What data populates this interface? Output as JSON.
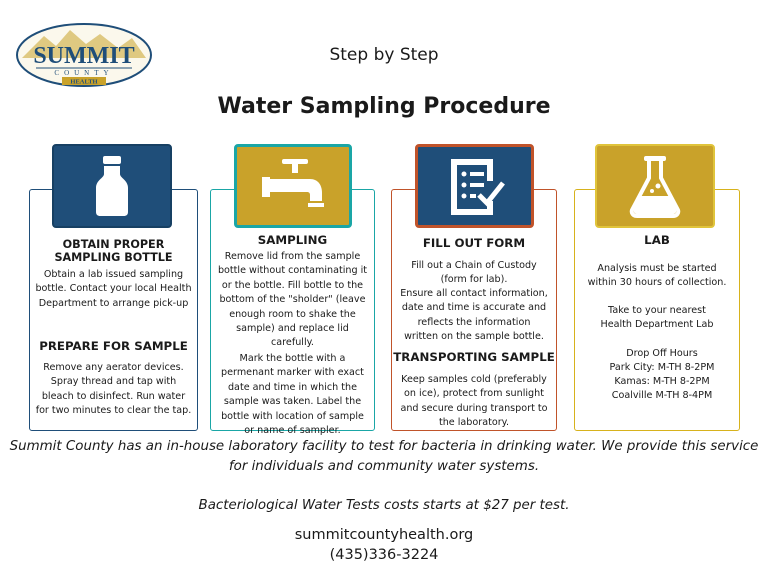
{
  "logo": {
    "line1": "SUMMIT",
    "line2": "COUNTY",
    "line3": "HEALTH"
  },
  "header": {
    "kicker": "Step by Step",
    "title": "Water Sampling Procedure"
  },
  "cards": [
    {
      "icon": "milk-bottle-icon",
      "heading1": "OBTAIN PROPER SAMPLING BOTTLE",
      "text1": "Obtain a lab issued sampling bottle. Contact your local Health Department to arrange pick-up",
      "heading2": "PREPARE FOR SAMPLE",
      "text2": "Remove any aerator devices. Spray thread and tap with bleach to disinfect. Run water for two minutes to clear the tap."
    },
    {
      "icon": "faucet-icon",
      "heading1": "SAMPLING",
      "text1": "Remove lid from the sample bottle without contaminating it or the bottle. Fill bottle to the bottom of the \"sholder\" (leave enough room to shake the sample) and replace lid carefully.",
      "text2": "Mark the bottle with a permenant marker with exact date and time in which the sample was taken. Label the bottle with location of sample or name of sampler."
    },
    {
      "icon": "checklist-form-icon",
      "heading1": "FILL OUT FORM",
      "text1": "Fill out a Chain of Custody (form for lab).",
      "text1b": "Ensure all contact information, date and time is accurate and reflects the information written on the sample bottle.",
      "heading2": "TRANSPORTING SAMPLE",
      "text2": "Keep samples cold (preferably on ice), protect from sunlight and secure during transport to the laboratory."
    },
    {
      "icon": "lab-flask-icon",
      "heading1": "LAB",
      "text1": "Analysis must be started within 30 hours of collection.",
      "text2": "Take to your nearest Health Department Lab",
      "hours_title": "Drop Off Hours",
      "hours": [
        "Park City: M-TH 8-2PM",
        "Kamas: M-TH 8-2PM",
        "Coalville M-TH 8-4PM"
      ]
    }
  ],
  "footer": {
    "description": "Summit County has an in-house laboratory facility to test for bacteria in drinking water. We provide this service for individuals and community water systems.",
    "cost": "Bacteriological Water Tests costs starts at $27 per test.",
    "website": "summitcountyhealth.org",
    "phone": "(435)336-3224"
  },
  "colors": {
    "navy": "#1f4e79",
    "teal": "#1aa6a6",
    "rust": "#c0532a",
    "gold": "#c9a22a"
  }
}
